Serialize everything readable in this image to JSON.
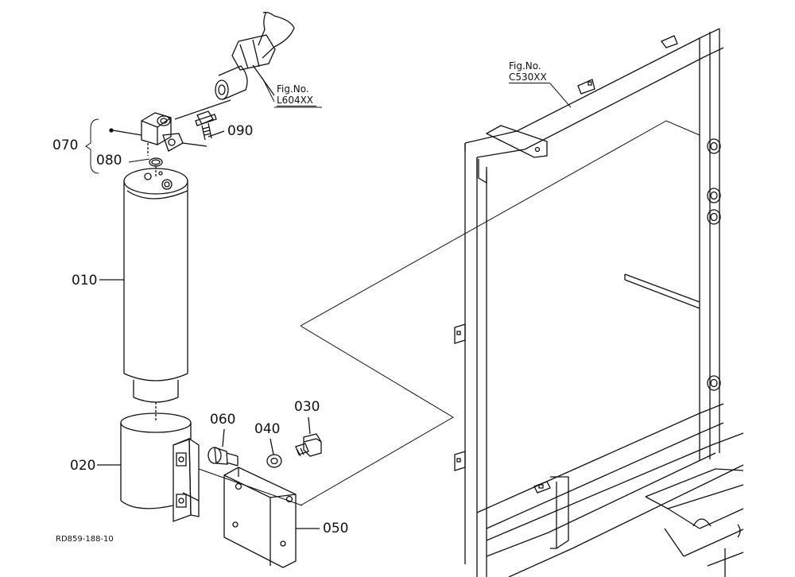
{
  "part_labels": {
    "p010": "010",
    "p020": "020",
    "p030": "030",
    "p040": "040",
    "p050": "050",
    "p060": "060",
    "p070": "070",
    "p080": "080",
    "p090": "090"
  },
  "fig_refs": {
    "left": {
      "title": "Fig.No.",
      "number": "L604XX"
    },
    "right": {
      "title": "Fig.No.",
      "number": "C530XX"
    }
  },
  "drawing_code": "RD859-188-10",
  "colors": {
    "line": "#111111",
    "background": "#ffffff"
  }
}
